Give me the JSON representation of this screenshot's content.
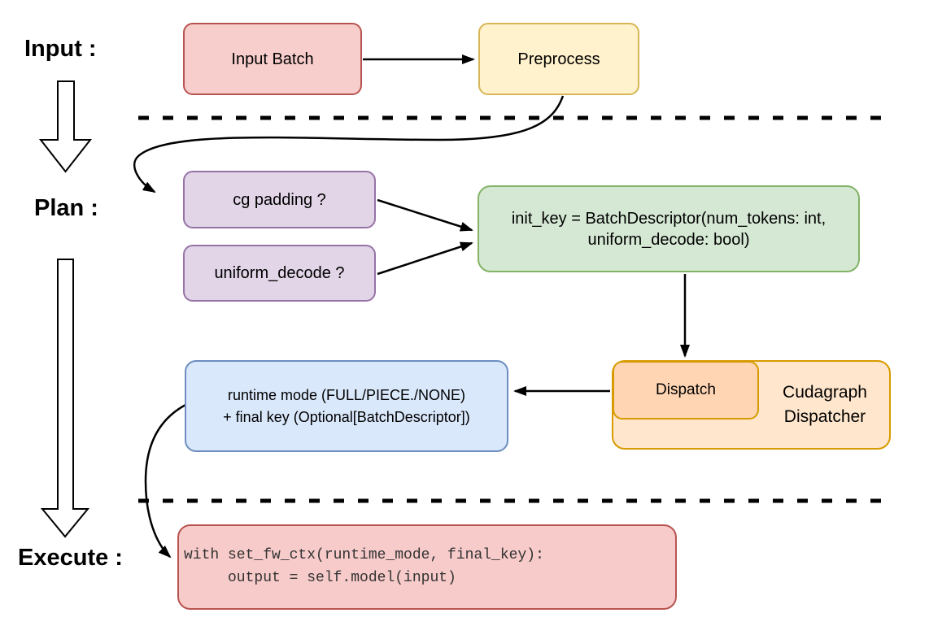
{
  "diagram": {
    "background_color": "#ffffff",
    "sections": {
      "input_label": "Input :",
      "plan_label": "Plan :",
      "execute_label": "Execute :"
    },
    "nodes": {
      "input_batch": {
        "label": "Input Batch",
        "fill": "#f8cecc",
        "border": "#b85450"
      },
      "preprocess": {
        "label": "Preprocess",
        "fill": "#fff2cc",
        "border": "#d6b656"
      },
      "cg_padding": {
        "label": "cg padding ?",
        "fill": "#e1d5e7",
        "border": "#9673a6"
      },
      "uniform_decode": {
        "label": "uniform_decode ?",
        "fill": "#e1d5e7",
        "border": "#9673a6"
      },
      "init_key": {
        "line1": "init_key = BatchDescriptor(num_tokens: int,",
        "line2": "uniform_decode: bool)",
        "fill": "#d5e8d4",
        "border": "#82b366"
      },
      "dispatch": {
        "label": "Dispatch",
        "fill": "#ffd5b4",
        "border": "#d79b00"
      },
      "cudagraph_dispatcher": {
        "line1": "Cudagraph",
        "line2": "Dispatcher",
        "fill": "#ffe6cc",
        "border": "#d79b00"
      },
      "runtime_mode": {
        "line1": "runtime mode (FULL/PIECE./NONE)",
        "line2": "+ final key (Optional[BatchDescriptor])",
        "fill": "#dae8fc",
        "border": "#6c8ebf"
      },
      "execute_code": {
        "line1": "with set_fw_ctx(runtime_mode, final_key):",
        "line2": "     output = self.model(input)",
        "fill": "#f7cbca",
        "border": "#b85450"
      }
    },
    "connector_color": "#000000",
    "separator_style": "dashed"
  }
}
